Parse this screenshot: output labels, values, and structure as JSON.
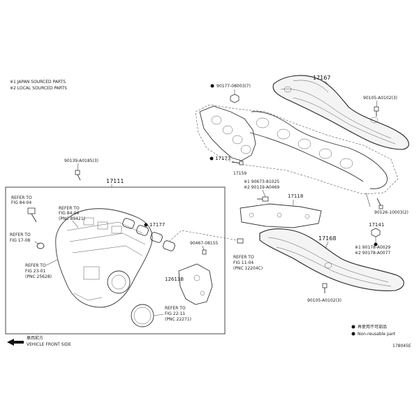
{
  "legend_notes": {
    "note1": "※1 JAPAN SOURCED PARTS",
    "note2": "※2 LOCAL SOURCED PARTS"
  },
  "parts": {
    "p17167": "17167",
    "p90105_top": "90105-A0102(3)",
    "p90177": "90177-08003(7)",
    "p17173": "17173",
    "p17159": "17159",
    "p90126": "90126-10003(2)",
    "p90139": "90139-A0185(3)",
    "p17111": "17111",
    "p90673": "※1 90673-81025",
    "p290119": "※2 90119-A0469",
    "p17118": "17118",
    "p17141": "17141",
    "p17177": "17177",
    "p90467": "90467-08155",
    "p17168": "17168",
    "p90178_1": "※1 90178-A0029",
    "p90178_2": "※2 90178-A0077",
    "p12611": "12611B",
    "p90105_bot": "90105-A0102(3)"
  },
  "refs": {
    "r1_a": "REFER TO",
    "r1_b": "FIG 84-04",
    "r2_a": "REFER TO",
    "r2_b": "FIG 84-04",
    "r2_c": "(PNC 89421)",
    "r3_a": "REFER TO",
    "r3_b": "FIG 17-08",
    "r4_a": "REFER TO",
    "r4_b": "FIG 23-01",
    "r4_c": "(PNC 25628)",
    "r5_a": "REFER TO",
    "r5_b": "FIG 22-11",
    "r5_c": "(PNC 22271)",
    "r6_a": "REFER TO",
    "r6_b": "FIG 11-04",
    "r6_c": "(PNC 12204C)"
  },
  "key": {
    "solid": "再使用不可部品",
    "solid_en": "Non-reusable part"
  },
  "front": {
    "jp": "車両前方",
    "en": "VEHICLE FRONT SIDE"
  },
  "diagram_id": "178045E"
}
